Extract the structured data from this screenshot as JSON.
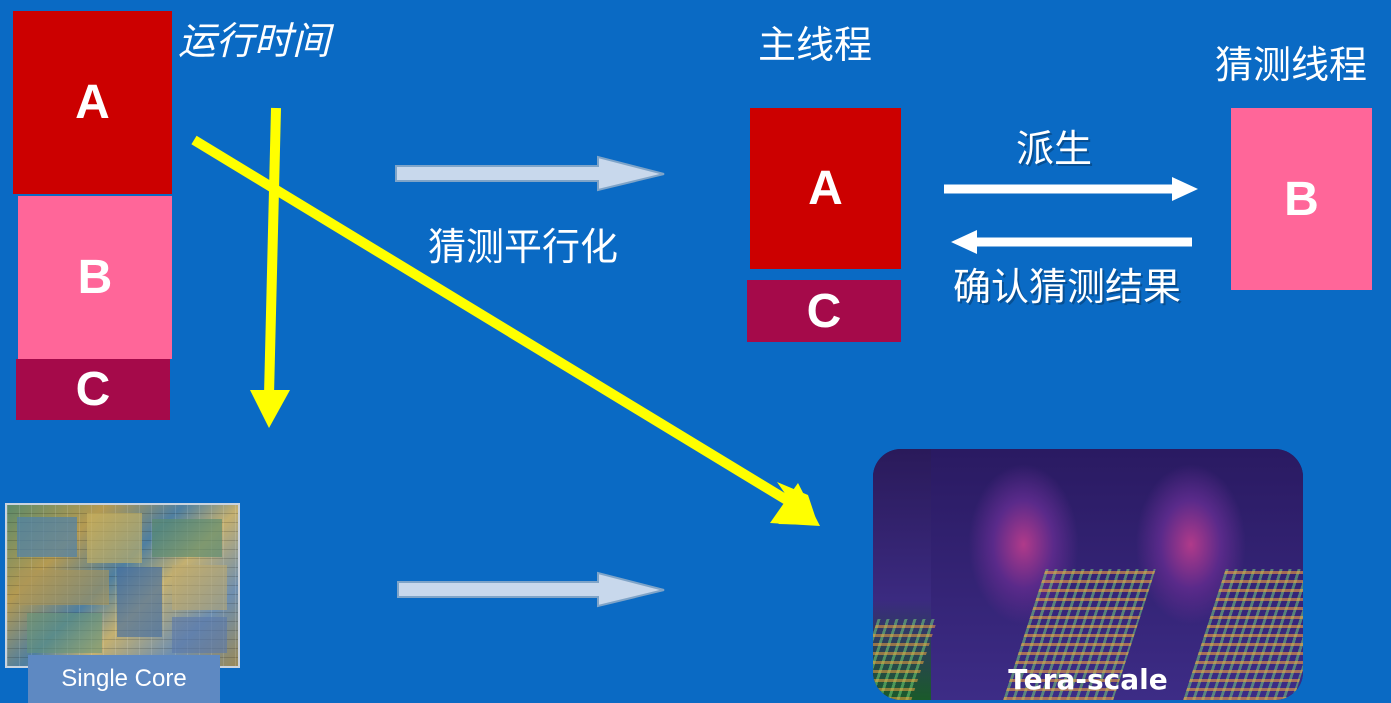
{
  "left_stack": {
    "label": "运行时间",
    "blocks": {
      "a": "A",
      "b": "B",
      "c": "C"
    }
  },
  "middle": {
    "label": "猜测平行化"
  },
  "main_thread": {
    "label": "主线程",
    "blocks": {
      "a": "A",
      "c": "C"
    }
  },
  "speculative_thread": {
    "label": "猜测线程",
    "block": "B"
  },
  "arrows": {
    "spawn_label": "派生",
    "confirm_label": "确认猜测结果"
  },
  "bottom": {
    "single_core_label": "Single Core",
    "tera_scale_label": "Tera-scale"
  },
  "colors": {
    "background": "#0a6ac4",
    "block_a": "#cc0000",
    "block_b": "#ff6699",
    "block_c": "#a50a4a",
    "yellow_arrow": "#ffff00",
    "light_arrow": "#c8d8ec",
    "white_arrow": "#ffffff"
  }
}
